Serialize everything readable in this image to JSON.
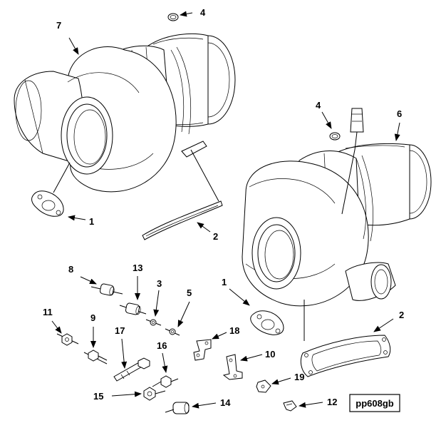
{
  "diagram": {
    "figure_code": "pp608gb",
    "callouts": {
      "c1_top": "1",
      "c2_top": "2",
      "c4_top": "4",
      "c7": "7",
      "c4_right": "4",
      "c6": "6",
      "c1_mid": "1",
      "c2_right": "2",
      "c8": "8",
      "c13": "13",
      "c3": "3",
      "c5": "5",
      "c11": "11",
      "c9": "9",
      "c17": "17",
      "c16": "16",
      "c18": "18",
      "c10": "10",
      "c19": "19",
      "c15": "15",
      "c14": "14",
      "c12": "12"
    },
    "parts": [
      "turbocharger-top",
      "turbocharger-bottom",
      "gasket",
      "o-ring",
      "sensor",
      "bushing",
      "nut",
      "capscrew",
      "stud",
      "bracket",
      "clip",
      "plug"
    ]
  }
}
